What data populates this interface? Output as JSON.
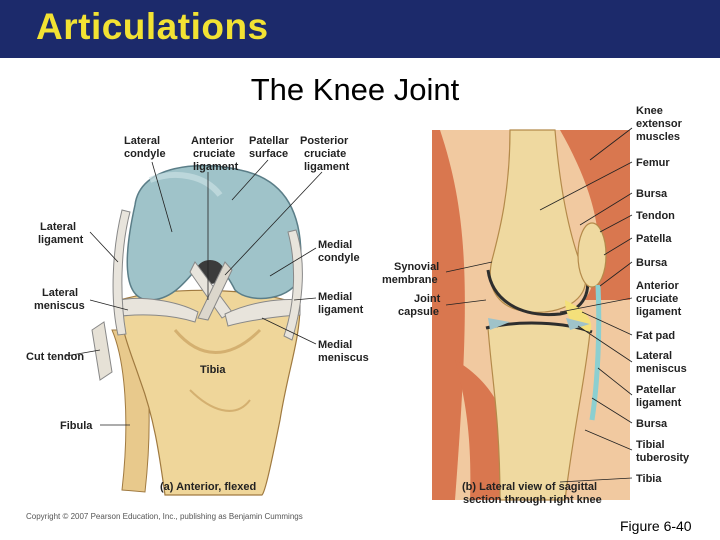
{
  "slide": {
    "title": "Articulations",
    "subtitle": "The Knee Joint",
    "copyright": "Copyright © 2007 Pearson Education, Inc., publishing as Benjamin Cummings",
    "figure_ref": "Figure 6-40"
  },
  "figure_a": {
    "caption": "(a)  Anterior, flexed",
    "labels": {
      "lateral_condyle": [
        "Lateral",
        "condyle"
      ],
      "anterior_cruciate": [
        "Anterior",
        "cruciate",
        "ligament"
      ],
      "patellar_surface": [
        "Patellar",
        "surface"
      ],
      "posterior_cruciate": [
        "Posterior",
        "cruciate",
        "ligament"
      ],
      "lateral_ligament": [
        "Lateral",
        "ligament"
      ],
      "lateral_meniscus": [
        "Lateral",
        "meniscus"
      ],
      "cut_tendon": [
        "Cut tendon"
      ],
      "fibula": [
        "Fibula"
      ],
      "tibia": [
        "Tibia"
      ],
      "medial_condyle": [
        "Medial",
        "condyle"
      ],
      "medial_ligament": [
        "Medial",
        "ligament"
      ],
      "medial_meniscus": [
        "Medial",
        "meniscus"
      ]
    }
  },
  "figure_b": {
    "caption": [
      "(b)  Lateral view of sagittal",
      "section through right knee"
    ],
    "labels": {
      "synovial_membrane": [
        "Synovial",
        "membrane"
      ],
      "joint_capsule": [
        "Joint",
        "capsule"
      ],
      "knee_extensor": [
        "Knee",
        "extensor",
        "muscles"
      ],
      "femur": [
        "Femur"
      ],
      "bursa1": [
        "Bursa"
      ],
      "tendon": [
        "Tendon"
      ],
      "patella": [
        "Patella"
      ],
      "bursa2": [
        "Bursa"
      ],
      "anterior_cruciate": [
        "Anterior",
        "cruciate",
        "ligament"
      ],
      "fat_pad": [
        "Fat pad"
      ],
      "lateral_meniscus": [
        "Lateral",
        "meniscus"
      ],
      "patellar_ligament": [
        "Patellar",
        "ligament"
      ],
      "bursa3": [
        "Bursa"
      ],
      "tibial_tuberosity": [
        "Tibial",
        "tuberosity"
      ],
      "tibia": [
        "Tibia"
      ]
    }
  },
  "colors": {
    "header_bg": "#1c2a6b",
    "title_yellow": "#f2e233",
    "bone": "#efd9a0",
    "cartilage": "#9fc3c9",
    "muscle": "#d9774f",
    "ligament": "#e8e4dc"
  }
}
